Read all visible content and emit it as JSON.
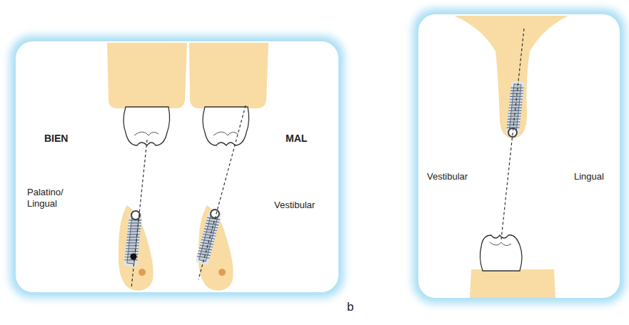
{
  "diagram": {
    "labels": [
      "BIEN",
      "MAL",
      "Palatino/ Lingual",
      "Vestibular",
      "Vestibular",
      "Lingual",
      "b"
    ]
  }
}
